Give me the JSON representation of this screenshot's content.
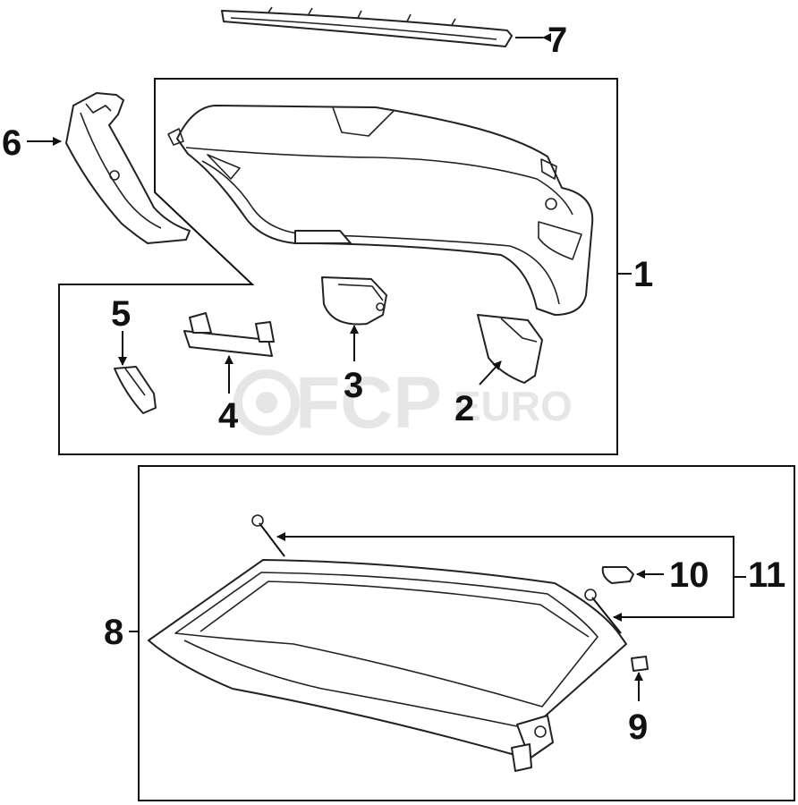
{
  "watermark": {
    "brand": "FCP",
    "suffix": "EURO"
  },
  "callouts": {
    "c1": "1",
    "c2": "2",
    "c3": "3",
    "c4": "4",
    "c5": "5",
    "c6": "6",
    "c7": "7",
    "c8": "8",
    "c9": "9",
    "c10": "10",
    "c11": "11"
  },
  "colors": {
    "line": "#111111",
    "watermark": "#e6e6e6",
    "background": "#ffffff"
  }
}
